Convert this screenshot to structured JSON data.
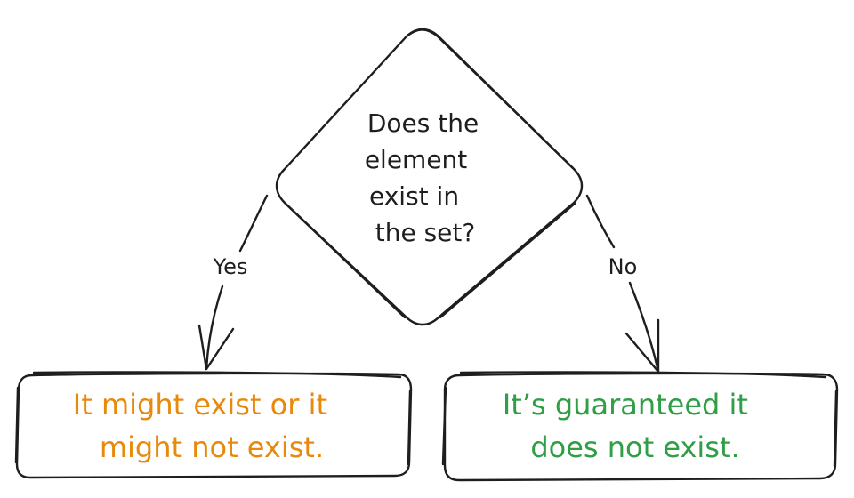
{
  "decision": {
    "lines": [
      "Does the",
      "element",
      "exist in",
      "the set?"
    ]
  },
  "edges": {
    "yes_label": "Yes",
    "no_label": "No"
  },
  "outcomes": {
    "yes": {
      "lines": [
        "It might exist or it",
        "might not exist."
      ],
      "fill": "#ffe8a3",
      "text_color": "#e8890c"
    },
    "no": {
      "lines": [
        "It’s guaranteed it",
        "does not exist."
      ],
      "fill": "#b2f2bb",
      "text_color": "#2f9e44"
    }
  },
  "colors": {
    "stroke": "#1e1e1e",
    "background": "#ffffff"
  }
}
